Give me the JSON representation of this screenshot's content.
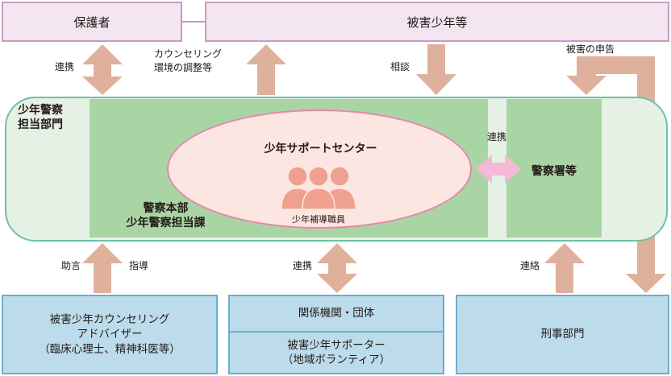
{
  "colors": {
    "pink_box_fill": "#f4e6f0",
    "pink_box_border": "#c99bc1",
    "blue_box_fill": "#bcdcec",
    "blue_box_border": "#6aaed0",
    "green_outer": "#e6f1e5",
    "green_outer_border": "#6cc1a7",
    "green_inner": "#a9d5a5",
    "center_ellipse": "#fce6e1",
    "center_border": "#e788a8",
    "arrow_tan": "#dfb19c",
    "arrow_pink": "#f3b9d5",
    "people": "#f0a08e"
  },
  "top": {
    "guardian": "保護者",
    "victim": "被害少年等"
  },
  "labels": {
    "liaison_left": "連携",
    "counseling": "カウンセリング",
    "environment": "環境の調整等",
    "consultation": "相談",
    "damage_report": "被害の申告",
    "advice": "助言",
    "guidance": "指導",
    "liaison_center": "連携",
    "contact": "連絡",
    "liaison_inner": "連携"
  },
  "central": {
    "juvenile_police_dept_line1": "少年警察",
    "juvenile_police_dept_line2": "担当部門",
    "hq_line1": "警察本部",
    "hq_line2": "少年警察担当課",
    "support_center": "少年サポートセンター",
    "staff": "少年補導職員",
    "police_station": "警察署等"
  },
  "bottom": {
    "counseling_advisor_line1": "被害少年カウンセリング",
    "counseling_advisor_line2": "アドバイザー",
    "counseling_advisor_line3": "（臨床心理士、精神科医等）",
    "related_orgs": "関係機関・団体",
    "supporter_line1": "被害少年サポーター",
    "supporter_line2": "（地域ボランティア）",
    "criminal_dept": "刑事部門"
  }
}
